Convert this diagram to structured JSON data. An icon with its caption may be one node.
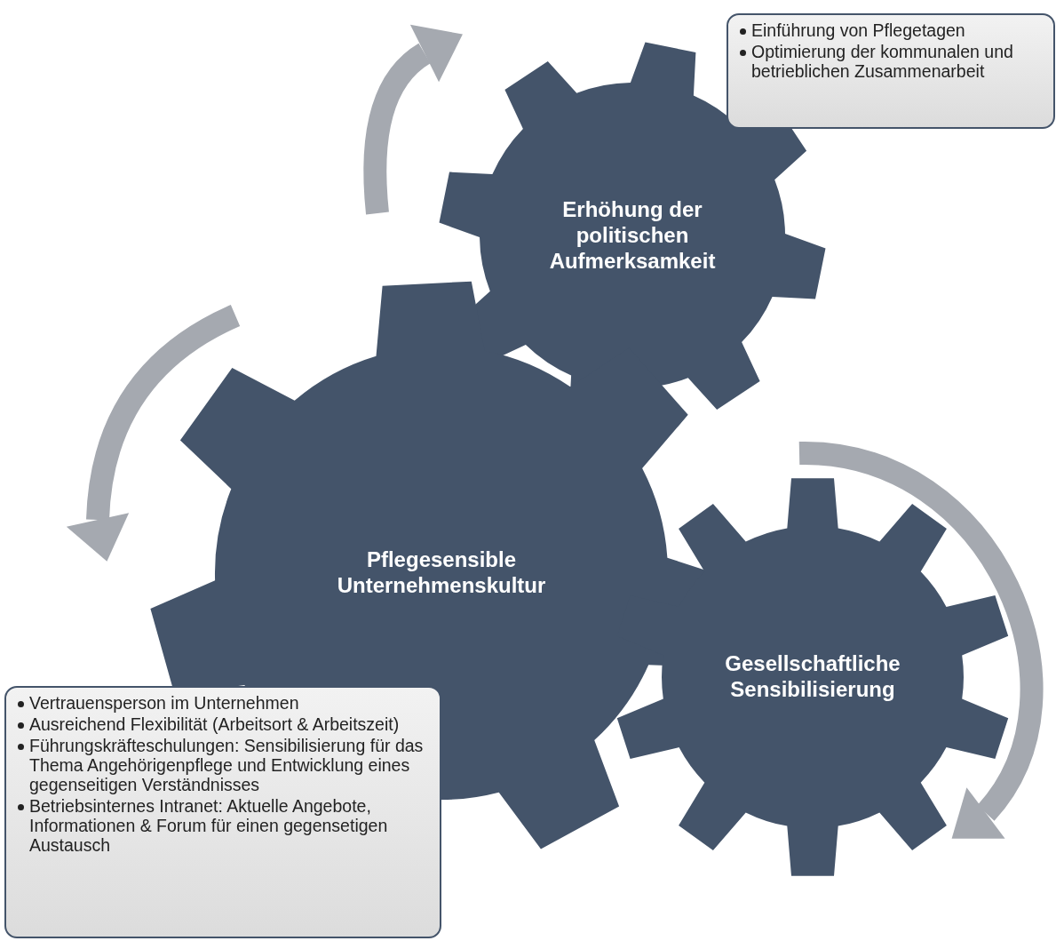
{
  "diagram": {
    "nodes": [
      {
        "text": [
          "Einführung von Pflegetagen",
          "Optimierung der kommunalen und betrieblichen Zusammenarbeit"
        ]
      },
      {
        "text": [
          "Erhöhung der politischen Aufmerksamkeit"
        ]
      },
      {
        "text": [
          "Pflegesensible Unternehmenskultur"
        ]
      },
      {
        "text": [
          "Gesellschaftliche Sensibilisierung"
        ]
      },
      {
        "text": [
          "Vertrauensperson im Unternehmen",
          "Ausreichend Flexibilität (Arbeitsort & Arbeitszeit)",
          "Führungskräfteschulungen: Sensibilisierung für das Thema Angehörigenpflege und Entwicklung eines gegenseitigen Verständnisses",
          "Betriebsinternes Intranet: Aktuelle Angebote, Informationen & Forum für einen gegensetigen Austausch"
        ]
      }
    ]
  }
}
